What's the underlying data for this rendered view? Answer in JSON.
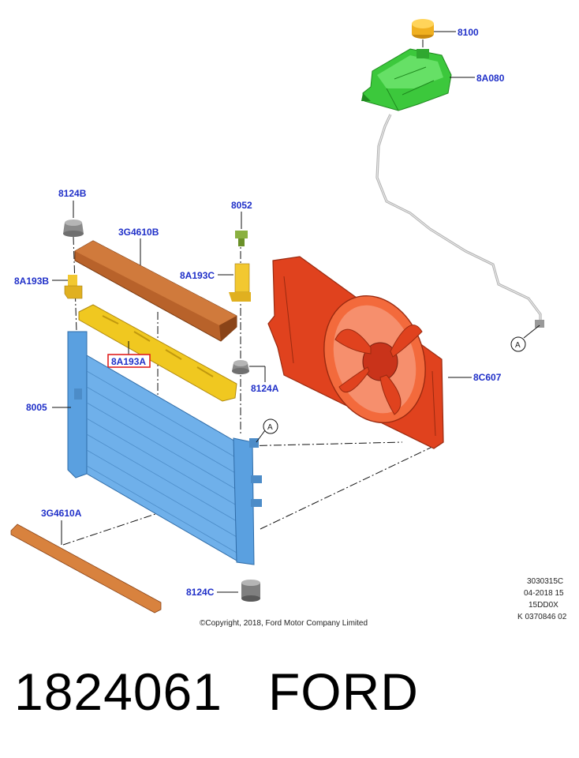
{
  "callouts": {
    "c8100": "8100",
    "c8A080": "8A080",
    "c8124B": "8124B",
    "c3G4610B": "3G4610B",
    "c8052": "8052",
    "c8A193B": "8A193B",
    "c8A193C": "8A193C",
    "c8A193A": "8A193A",
    "c8124A": "8124A",
    "c8005": "8005",
    "c8C607": "8C607",
    "c3G4610A": "3G4610A",
    "c8124C": "8124C",
    "refA1": "A",
    "refA2": "A"
  },
  "colors": {
    "radiator": "#5aa0e0",
    "fan_shroud": "#e0421e",
    "reservoir": "#3cc83c",
    "cap": "#f0b020",
    "foam_pad": "#b8622a",
    "foam_pad_lower": "#d8823e",
    "seal": "#f0c820",
    "bracket": "#f2c830",
    "grommet": "#909090",
    "callout_text": "#1f2fc8",
    "highlight_box": "#e02020"
  },
  "info_block": {
    "line1": "3030315C",
    "line2": "04-2018 15",
    "line3": "15DD0X",
    "line4": "K 0370846 02"
  },
  "copyright": "©Copyright, 2018, Ford Motor Company Limited",
  "footer": {
    "part_number": "1824061",
    "brand": "FORD"
  }
}
